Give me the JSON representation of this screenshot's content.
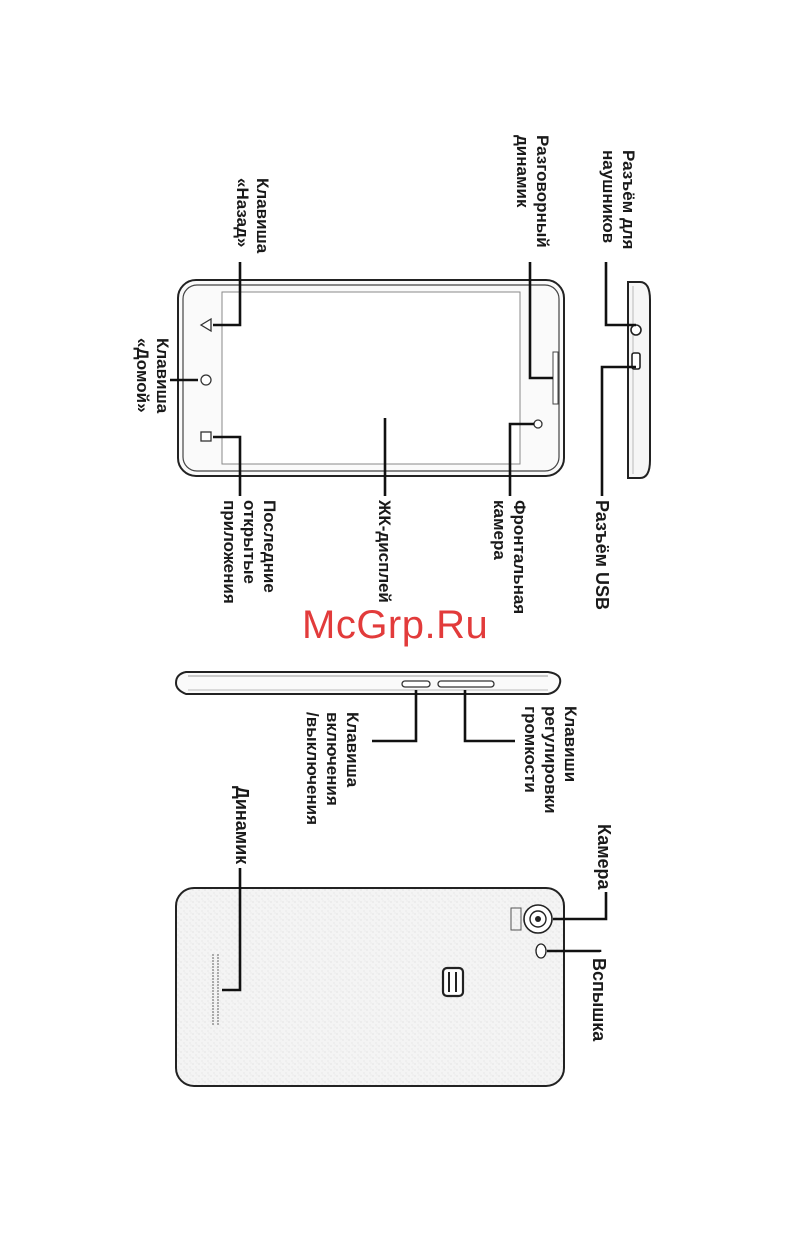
{
  "labels": {
    "headphone_jack": [
      "Разъём для",
      "наушников"
    ],
    "earpiece": [
      "Разговорный",
      "динамик"
    ],
    "back_key": [
      "Клавиша",
      "«Назад»"
    ],
    "home_key": [
      "Клавиша",
      "«Домой»"
    ],
    "recent_apps": [
      "Последние",
      "открытые",
      "приложения"
    ],
    "lcd": [
      "ЖК-дисплей"
    ],
    "front_camera": [
      "Фронтальная",
      "камера"
    ],
    "usb_port": [
      "Разъём USB"
    ],
    "volume_keys": [
      "Клавиши",
      "регулировки",
      "громкости"
    ],
    "power_key": [
      "Клавиша",
      "включения",
      "/выключения"
    ],
    "camera": [
      "Камера"
    ],
    "flash": [
      "Вспышка"
    ],
    "speaker": [
      "Динамик"
    ]
  },
  "watermark": "McGrp.Ru",
  "colors": {
    "watermark": "#e23b3b",
    "outline": "#222222",
    "back_texture": "#f3f3f3"
  }
}
